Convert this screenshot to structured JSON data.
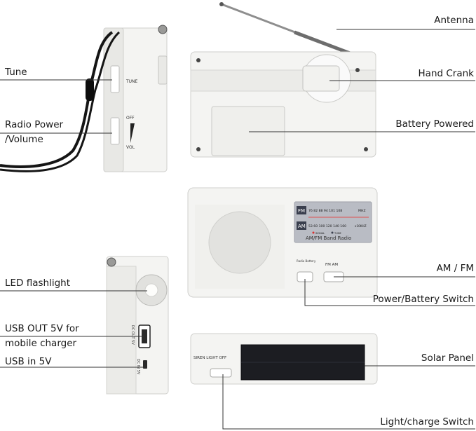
{
  "labels": {
    "antenna": "Antenna",
    "hand_crank": "Hand Crank",
    "battery_powered": "Battery Powered",
    "tune": "Tune",
    "radio_power_line1": "Radio Power",
    "radio_power_line2": "/Volume",
    "am_fm": "AM / FM",
    "power_battery_switch": "Power/Battery Switch",
    "led_flashlight": "LED flashlight",
    "usb_out_line1": "USB OUT 5V for",
    "usb_out_line2": "mobile charger",
    "usb_in": "USB in 5V",
    "solar_panel": "Solar Panel",
    "light_charge_switch": "Light/charge Switch"
  },
  "device_text": {
    "side_tune": "TUNE",
    "side_off": "OFF",
    "side_vol": "VOL",
    "dial_fm_band": "FM",
    "dial_am_band": "AM",
    "dial_fm_scale": "76 82 88 94 101 108",
    "dial_fm_unit": "MHZ",
    "dial_am_scale": "53  60 100 120 140 160",
    "dial_am_unit": "x10KHZ",
    "dial_indicator_left": "SIGNAL",
    "dial_indicator_right": "TUNE",
    "band_name": "AM/FM Band Radio",
    "switch_left_caption": "Radio  Battery",
    "switch_right_caption": "FM   AM",
    "usb_out_port": "DC OUT 5V",
    "usb_in_port": "DC IN 5V",
    "light_switch_caption": "SIREN  LIGHT  OFF"
  },
  "colors": {
    "body": "#f4f4f2",
    "edge": "#c9c9c6",
    "dial": "#b9bcc4",
    "badge": "#3a3f4e",
    "solar": "#1c1d22",
    "leader": "#333333"
  }
}
